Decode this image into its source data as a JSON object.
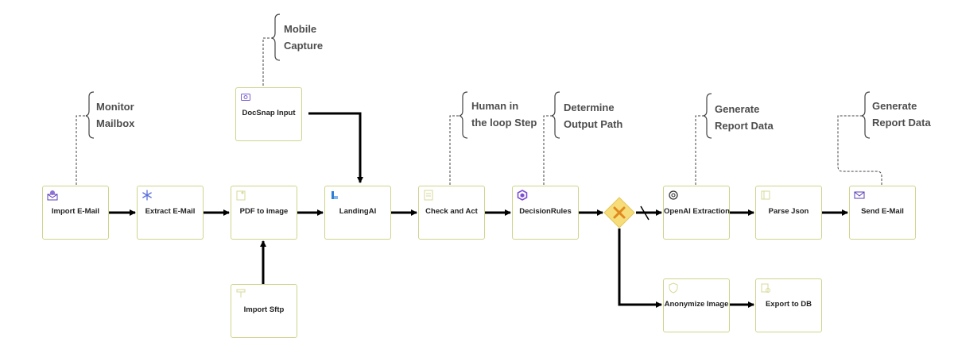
{
  "tasks": {
    "import_email": "Import E-Mail",
    "extract_email": "Extract E-Mail",
    "pdf_to_image": "PDF to image",
    "import_sftp": "Import Sftp",
    "docsnap_input": "DocSnap Input",
    "landingai": "LandingAI",
    "check_and_act": "Check and Act",
    "decision_rules": "DecisionRules",
    "openai_extraction": "OpenAI Extraction",
    "parse_json": "Parse Json",
    "send_email": "Send E-Mail",
    "anonymize_image": "Anonymize Image",
    "export_to_db": "Export to DB"
  },
  "annotations": {
    "mobile_capture": [
      "Mobile",
      "Capture"
    ],
    "monitor_mailbox": [
      "Monitor",
      "Mailbox"
    ],
    "human_in_loop": [
      "Human in",
      "the loop Step"
    ],
    "determine_output": [
      "Determine",
      "Output Path"
    ],
    "generate_report_1": [
      "Generate",
      "Report Data"
    ],
    "generate_report_2": [
      "Generate",
      "Report Data"
    ]
  },
  "colors": {
    "task_border": "#cfd48a",
    "gateway_fill": "#f7dc7a",
    "gateway_mark": "#e08a1e",
    "arrow": "#000000",
    "annotation_text": "#4d4d4d"
  },
  "gateway": {
    "type": "exclusive-gateway",
    "icon": "x-icon"
  }
}
